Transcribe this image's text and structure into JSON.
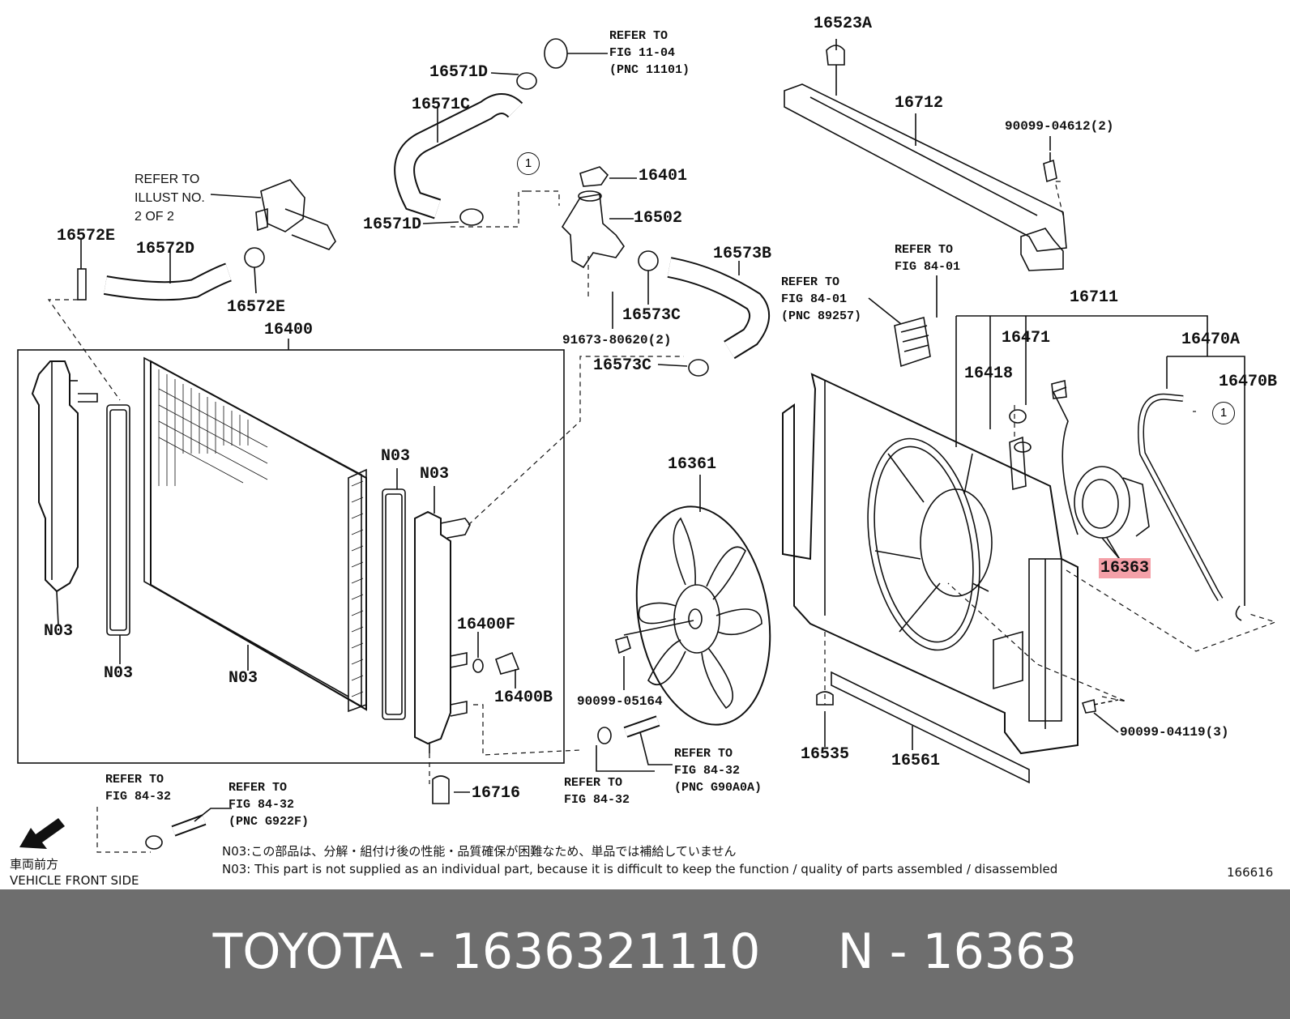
{
  "labels": {
    "p16523A": "16523A",
    "p16712": "16712",
    "p90099_04612": "90099-04612(2)",
    "p16571D_top": "16571D",
    "p16571C": "16571C",
    "p16401": "16401",
    "p16502": "16502",
    "p16571D_bot": "16571D",
    "p16572E_left": "16572E",
    "p16572D": "16572D",
    "p16572E_right": "16572E",
    "p16573B": "16573B",
    "p16573C_a": "16573C",
    "p16573C_b": "16573C",
    "p91673": "91673-80620(2)",
    "p16400": "16400",
    "p16711": "16711",
    "p16471": "16471",
    "p16470A": "16470A",
    "p16418": "16418",
    "p16470B": "16470B",
    "p16361": "16361",
    "p16363": "16363",
    "pN03_a": "N03",
    "pN03_b": "N03",
    "pN03_c": "N03",
    "pN03_d": "N03",
    "pN03_e": "N03",
    "p16400F": "16400F",
    "p16400B": "16400B",
    "p90099_05164": "90099-05164",
    "p16716": "16716",
    "p16535": "16535",
    "p16561": "16561",
    "p90099_04119": "90099-04119(3)"
  },
  "refs": {
    "fig1104": "REFER TO\nFIG 11-04\n(PNC 11101)",
    "illust": "REFER TO\nILLUST NO.\n2 OF 2",
    "fig8401a": "REFER TO\nFIG 84-01",
    "fig8401b": "REFER TO\nFIG 84-01\n(PNC 89257)",
    "fig8432a": "REFER TO\nFIG 84-32",
    "fig8432b": "REFER TO\nFIG 84-32\n(PNC G922F)",
    "fig8432c": "REFER TO\nFIG 84-32",
    "fig8432d": "REFER TO\nFIG 84-32\n(PNC G90A0A)"
  },
  "callout": "1",
  "direction": {
    "jp": "車両前方",
    "en": "VEHICLE FRONT SIDE"
  },
  "notes": {
    "jp": "N03:この部品は、分解・組付け後の性能・品質確保が困難なため、単品では補給していません",
    "en": "N03: This part is not supplied as an individual part, because it is difficult to keep the function / quality of parts assembled / disassembled"
  },
  "diagram_id": "166616",
  "caption": "TOYOTA - 1636321110     N - 16363",
  "colors": {
    "highlight": "#f4a0a8",
    "band": "#6e6e6e",
    "line": "#111111"
  }
}
